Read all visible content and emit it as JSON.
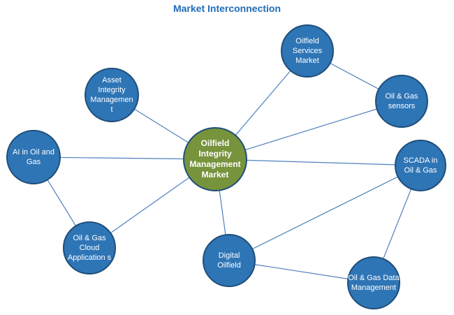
{
  "title": "Market Interconnection",
  "colors": {
    "title": "#1f6cb7",
    "node_fill": "#2e75b6",
    "node_stroke": "#1f4e79",
    "center_fill": "#77933c",
    "edge": "#4f81bd"
  },
  "nodes": [
    {
      "id": "center",
      "label": "Oilfield Integrity Management Market",
      "type": "center"
    },
    {
      "id": "asset",
      "label": "Asset Integrity Managemen t",
      "type": "related"
    },
    {
      "id": "services",
      "label": "Oilfield Services Market",
      "type": "related"
    },
    {
      "id": "sensors",
      "label": "Oil & Gas sensors",
      "type": "related"
    },
    {
      "id": "scada",
      "label": "SCADA in Oil & Gas",
      "type": "related"
    },
    {
      "id": "ai",
      "label": "AI in Oil and Gas",
      "type": "related"
    },
    {
      "id": "cloud",
      "label": "Oil & Gas Cloud Application s",
      "type": "related"
    },
    {
      "id": "digital",
      "label": "Digital Oilfield",
      "type": "related"
    },
    {
      "id": "data",
      "label": "Oil & Gas Data Management",
      "type": "related"
    }
  ],
  "edges": [
    [
      "center",
      "asset"
    ],
    [
      "center",
      "services"
    ],
    [
      "center",
      "sensors"
    ],
    [
      "center",
      "scada"
    ],
    [
      "center",
      "ai"
    ],
    [
      "center",
      "cloud"
    ],
    [
      "center",
      "digital"
    ],
    [
      "services",
      "sensors"
    ],
    [
      "ai",
      "cloud"
    ],
    [
      "digital",
      "scada"
    ],
    [
      "digital",
      "data"
    ],
    [
      "scada",
      "data"
    ]
  ]
}
